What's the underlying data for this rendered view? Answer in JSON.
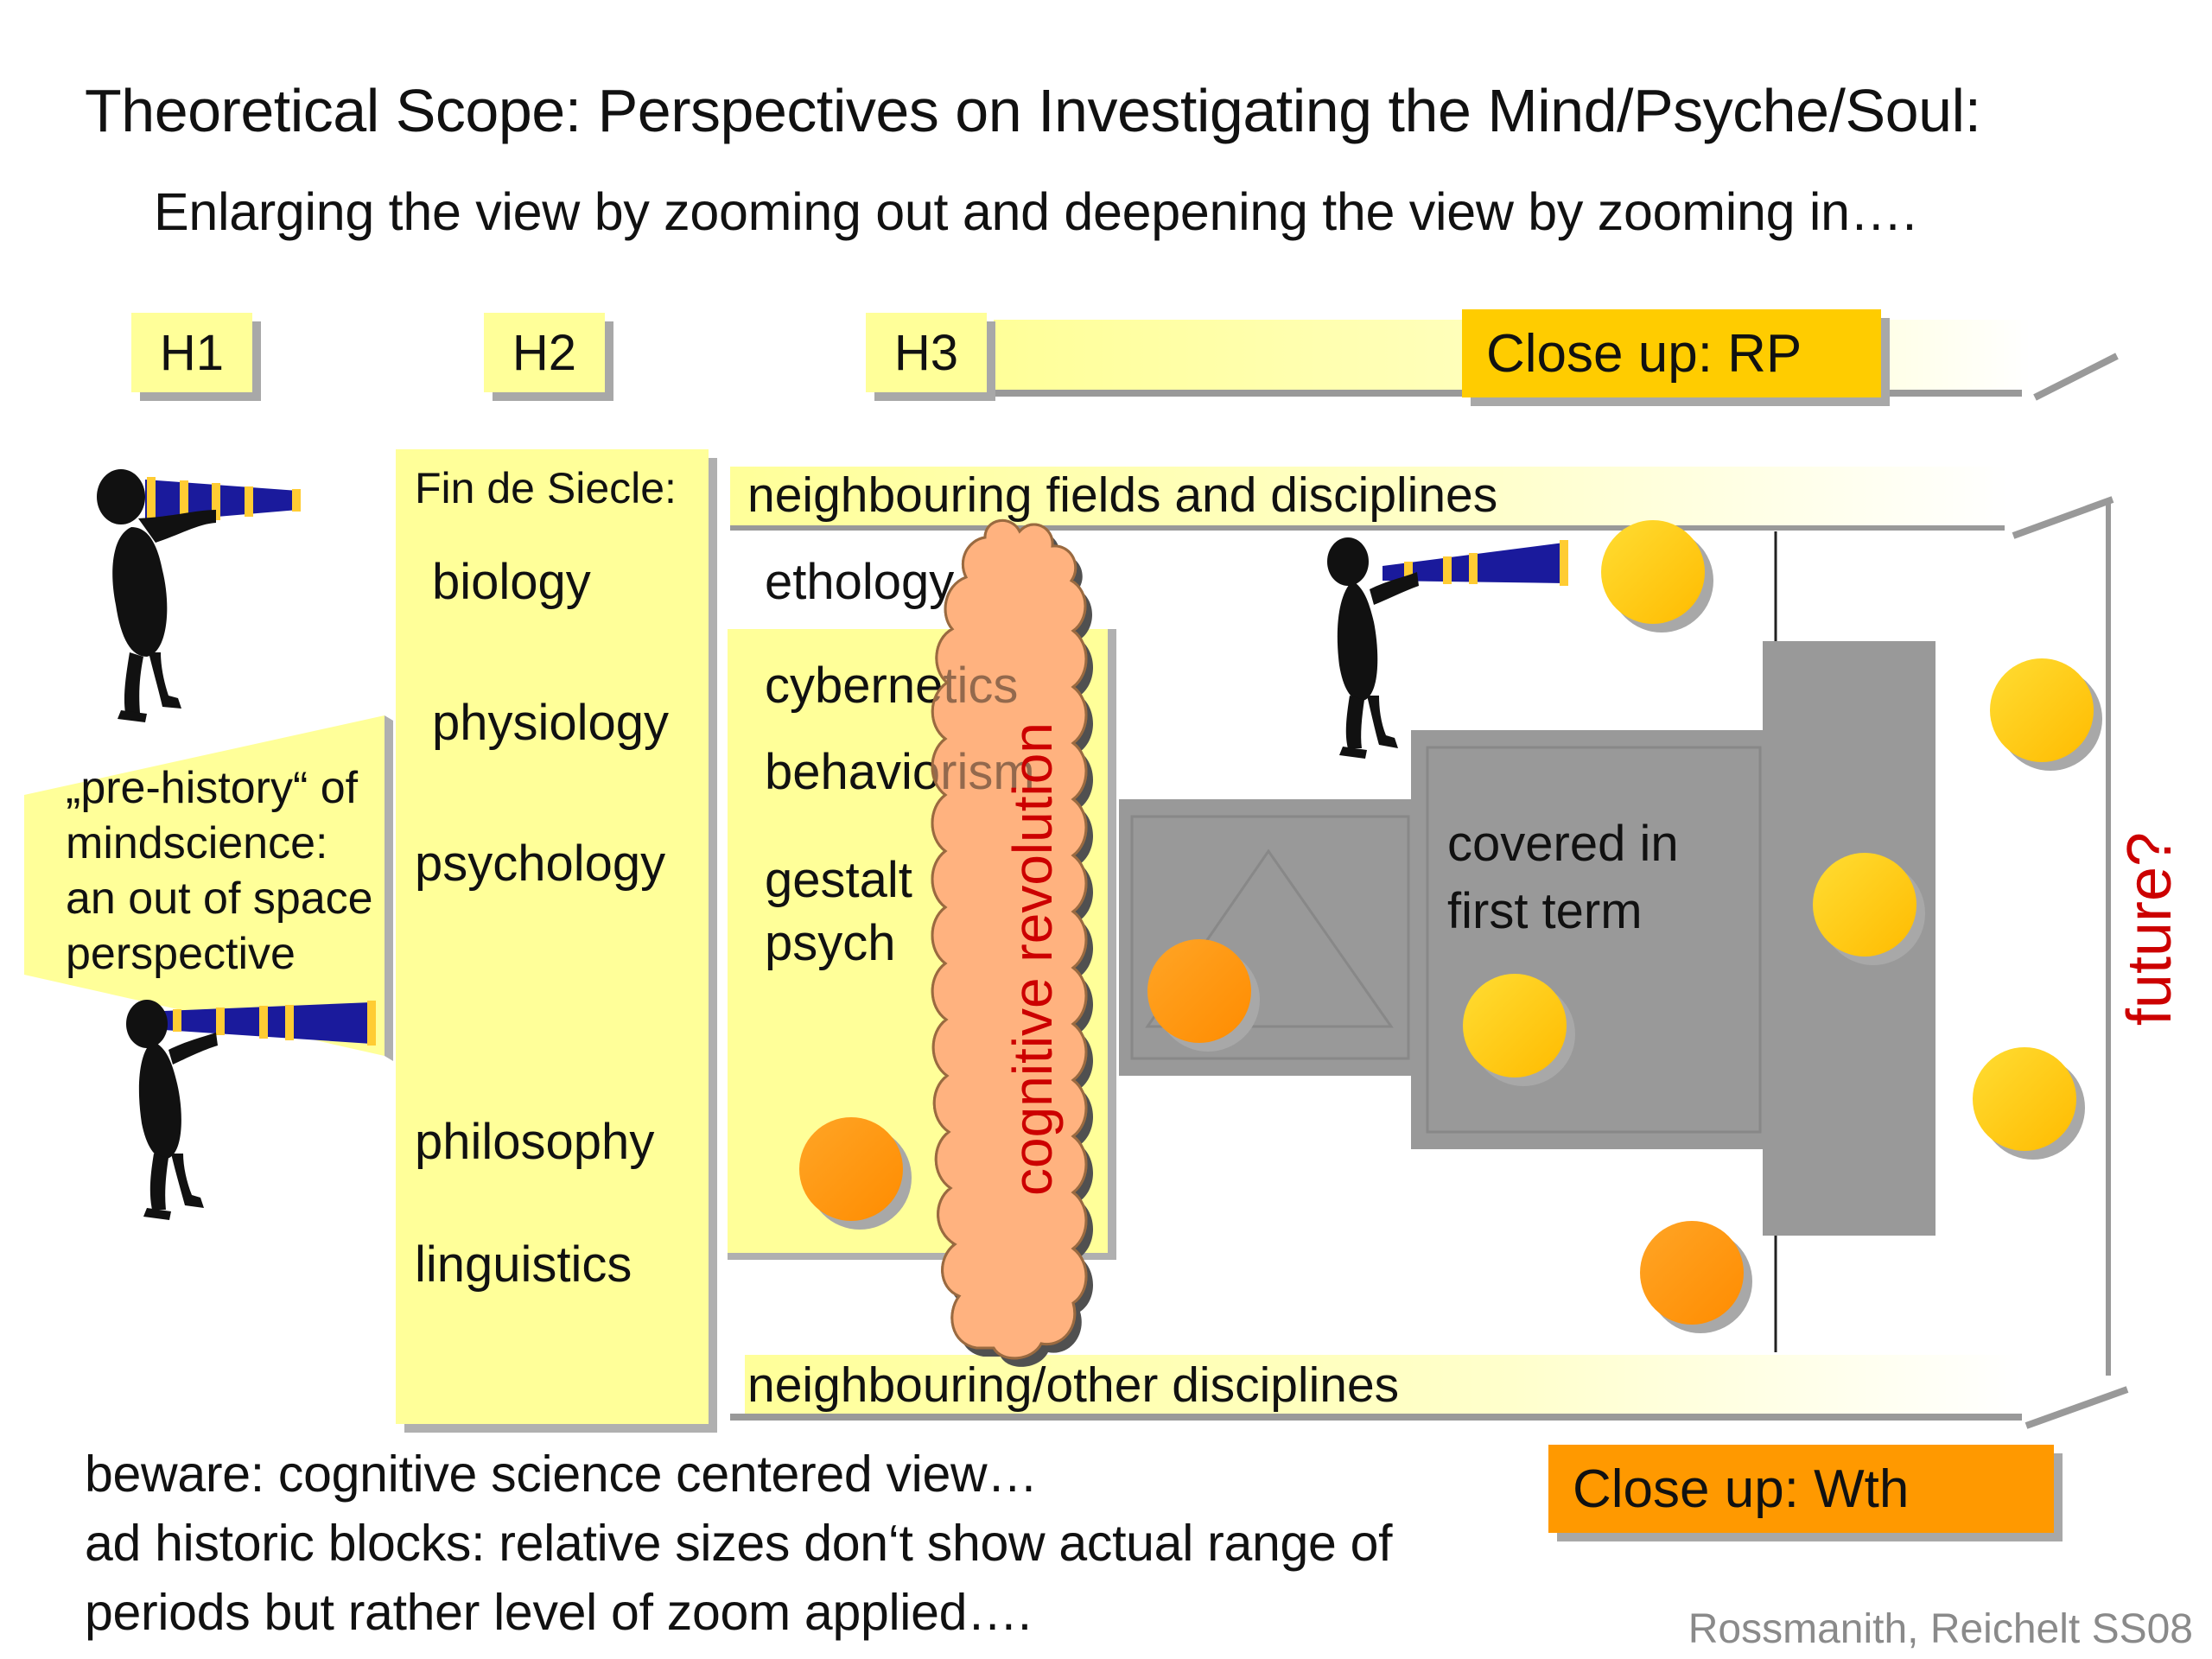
{
  "title": "Theoretical Scope: Perspectives on Investigating the Mind/Psyche/Soul:",
  "subtitle": "Enlarging the view by zooming out and deepening the view by zooming in….",
  "headers": {
    "h1": "H1",
    "h2": "H2",
    "h3": "H3"
  },
  "close_up_rp": "Close up: RP",
  "close_up_wth": "Close up: Wth",
  "prehistory": {
    "line1": "„pre-history“ of",
    "line2": "mindscience:",
    "line3": "an out of space",
    "line4": "perspective"
  },
  "fin_de_siecle": {
    "heading": "Fin de Siecle:",
    "items": [
      "biology",
      "physiology",
      "psychology",
      "philosophy",
      "linguistics"
    ]
  },
  "neighbouring_top": "neighbouring fields and disciplines",
  "neighbouring_bottom": "neighbouring/other disciplines",
  "h3_items": {
    "ethology": "ethology",
    "cybernetics": "cybernetics",
    "behaviorism": "behaviorism",
    "gestalt": "gestalt",
    "psych": "psych"
  },
  "cognitive_revolution": "cognitive revolution",
  "covered": {
    "line1": "covered in",
    "line2": "first term"
  },
  "future": "future?",
  "notes": {
    "line1": "beware: cognitive science centered view…",
    "line2": "ad historic blocks: relative sizes don‘t show actual range of",
    "line3": "periods but rather level of zoom applied…."
  },
  "credit": "Rossmanith, Reichelt SS08",
  "colors": {
    "pale_yellow": "#ffff99",
    "gold": "#ffcc00",
    "orange": "#ff9900",
    "gray_block": "#999999",
    "cloud": "#ffb27f",
    "red_text": "#cc0000",
    "telescope_blue": "#1a1a9c"
  }
}
